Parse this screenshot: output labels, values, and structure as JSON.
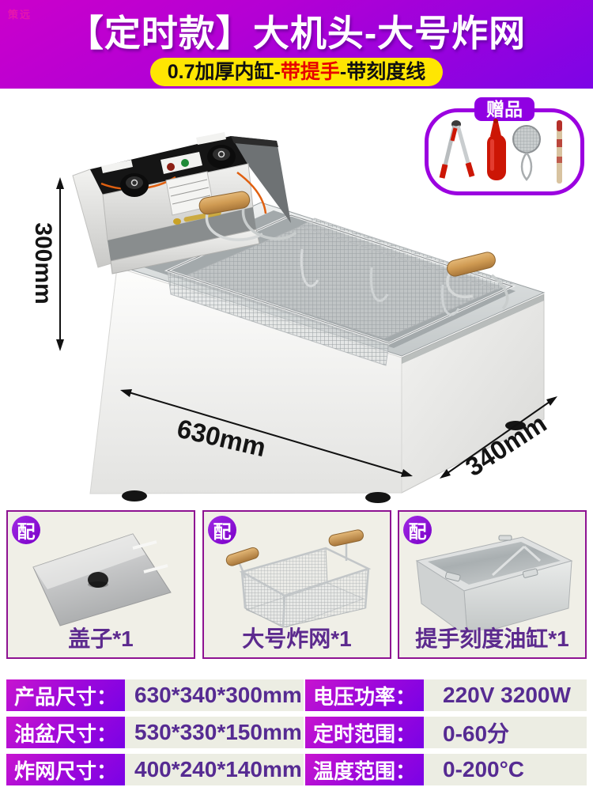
{
  "watermark": "策远",
  "banner": {
    "title": "【定时款】大机头-大号炸网",
    "subtitle_prefix": "0.7加厚内缸-",
    "subtitle_highlight": "带提手",
    "subtitle_suffix": "-带刻度线",
    "colors": {
      "gradient_start": "#cb00cb",
      "gradient_end": "#7d04e6",
      "pill_bg": "#ffe602",
      "highlight_text": "#e80000"
    }
  },
  "gift": {
    "label": "赠品",
    "items": [
      "tongs",
      "sauce-bottle",
      "oil-strainer",
      "thermometer-stick"
    ]
  },
  "dimensions": {
    "height": "300mm",
    "width": "630mm",
    "depth": "340mm"
  },
  "accessories": {
    "badge": "配",
    "items": [
      {
        "name": "盖子*1"
      },
      {
        "name": "大号炸网*1"
      },
      {
        "name": "提手刻度油缸*1"
      }
    ]
  },
  "specs": {
    "left": [
      {
        "label": "产品尺寸：",
        "value": "630*340*300mm"
      },
      {
        "label": "油盆尺寸：",
        "value": "530*330*150mm"
      },
      {
        "label": "炸网尺寸：",
        "value": "400*240*140mm"
      }
    ],
    "right": [
      {
        "label": "电压功率：",
        "value": "220V  3200W"
      },
      {
        "label": "定时范围：",
        "value": "0-60分"
      },
      {
        "label": "温度范围：",
        "value": "0-200°C"
      }
    ]
  }
}
